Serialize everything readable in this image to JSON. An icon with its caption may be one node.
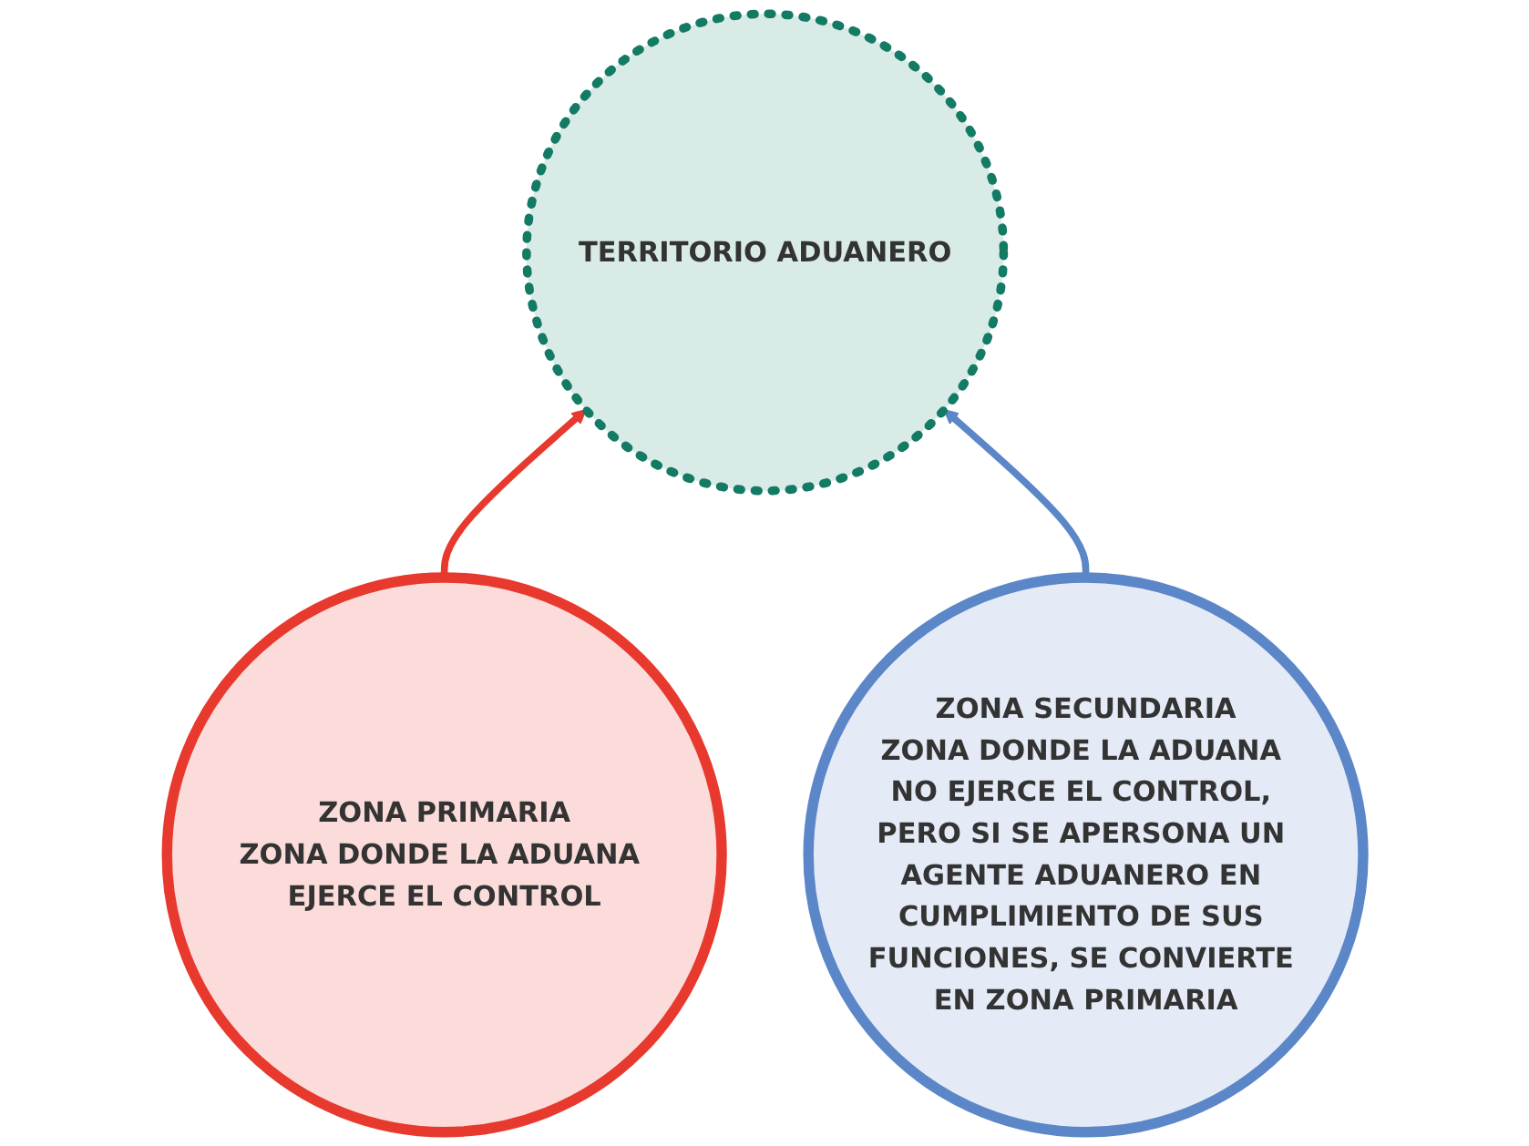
{
  "diagram": {
    "nodes": [
      {
        "text": [
          "TERRITORIO ADUANERO"
        ]
      },
      {
        "text": [
          "ZONA PRIMARIA",
          "ZONA DONDE LA ADUANA EJERCE EL CONTROL"
        ]
      },
      {
        "text": [
          "ZONA SECUNDARIA",
          "ZONA DONDE LA ADUANA NO EJERCE EL CONTROL, PERO SI SE APERSONA UN AGENTE ADUANERO EN CUMPLIMIENTO DE SUS FUNCIONES, SE CONVIERTE EN ZONA PRIMARIA"
        ]
      }
    ],
    "edges": [
      {
        "from": 1,
        "to": 0,
        "arrow": "to",
        "color": "#e8392e"
      },
      {
        "from": 2,
        "to": 0,
        "arrow": "to",
        "color": "#5b86c8"
      }
    ]
  }
}
